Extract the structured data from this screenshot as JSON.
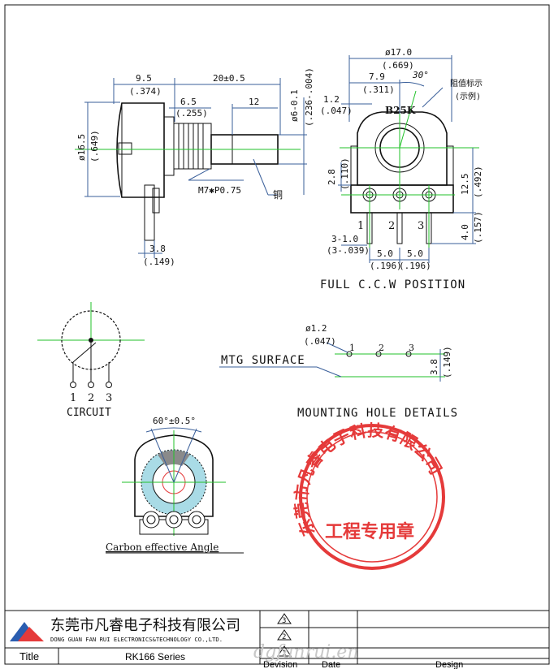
{
  "side_view": {
    "dim_9_5": "9.5",
    "dim_374": "(.374)",
    "dim_20": "20±0.5",
    "dim_6_5": "6.5",
    "dim_255": "(.255)",
    "dim_12": "12",
    "dim_phi6": "ø6-0.1",
    "dim_phi6_in": "(.236-.004)",
    "dim_phi16": "ø16.5",
    "dim_649": "(.649)",
    "thread": "M7✱P0.75",
    "copper": "铜",
    "dim_3_8": "3.8",
    "dim_149": "(.149)"
  },
  "front_view": {
    "dim_phi17": "ø17.0",
    "dim_669": "(.669)",
    "dim_7_9": "7.9",
    "dim_311": "(.311)",
    "angle_30": "30°",
    "dim_1_2": "1.2",
    "dim_047": "(.047)",
    "resistance_label": "B25K",
    "note_1": "阻值标示",
    "note_2": "(示例)",
    "dim_2_8": "2.8",
    "dim_110": "(.110)",
    "dim_12_5": "12.5",
    "dim_492": "(.492)",
    "dim_4_0": "4.0",
    "dim_157": "(.157)",
    "pin_1": "1",
    "pin_2": "2",
    "pin_3": "3",
    "dim_3_1": "3-1.0",
    "dim_3_039": "(3-.039)",
    "dim_5_0a": "5.0",
    "dim_5_0b": "5.0",
    "dim_196a": "(.196)",
    "dim_196b": "(.196)",
    "caption": "FULL C.C.W POSITION"
  },
  "circuit": {
    "pin_1": "1",
    "pin_2": "2",
    "pin_3": "3",
    "label": "CIRCUIT"
  },
  "mounting": {
    "dim_phi1_2": "ø1.2",
    "dim_047": "(.047)",
    "surface": "MTG SURFACE",
    "hole_1": "1",
    "hole_2": "2",
    "hole_3": "3",
    "dim_3_8": "3.8",
    "dim_149": "(.149)",
    "title": "MOUNTING HOLE DETAILS"
  },
  "carbon": {
    "angle": "60°±0.5°",
    "caption": "Carbon effective Angle"
  },
  "stamp": {
    "ring_text": "东莞市凡睿电子科技有限公司",
    "center_text": "工程专用章"
  },
  "title_block": {
    "company_cn": "东莞市凡睿电子科技有限公司",
    "company_en": "DONG GUAN FAN RUI ELECTRONICS&TECHNOLOGY CO.,LTD.",
    "rev_3": "3",
    "rev_2": "2",
    "rev_1": "1",
    "title_label": "Title",
    "title_value": "RK166 Series",
    "devision": "Devision",
    "date": "Date",
    "design": "Design",
    "watermark": "dgfanrui.en"
  }
}
